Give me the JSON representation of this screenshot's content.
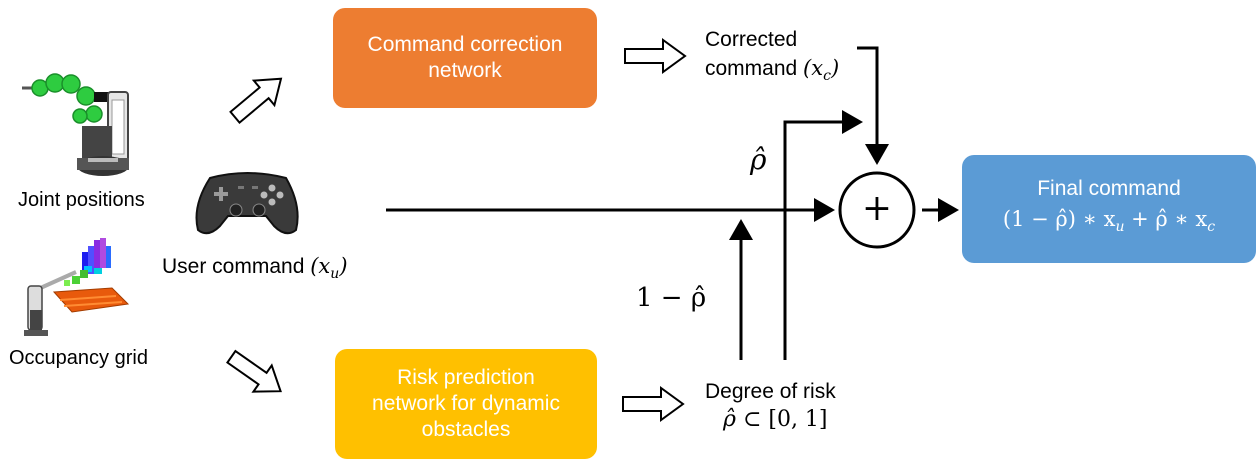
{
  "colors": {
    "correction_box": "#ED7D31",
    "risk_box": "#FFC000",
    "final_box": "#5B9BD5",
    "robot_green": "#2ECC40",
    "line": "#000000"
  },
  "icons": [
    "robot-arm-icon",
    "gamepad-icon",
    "occupancy-grid-icon",
    "hollow-arrow-icon",
    "sum-junction-icon"
  ],
  "inputs": {
    "joint_positions": "Joint positions",
    "user_command": "User command",
    "user_command_math": "(x",
    "user_command_sub": "u",
    "user_command_close": ")",
    "occupancy_grid": "Occupancy grid"
  },
  "networks": {
    "correction": {
      "line1": "Command correction",
      "line2": "network"
    },
    "risk": {
      "line1": "Risk prediction",
      "line2": "network for dynamic",
      "line3": "obstacles"
    }
  },
  "outputs": {
    "corrected_line1": "Corrected",
    "corrected_line2": "command",
    "corrected_math": "(x",
    "corrected_sub": "c",
    "corrected_close": ")",
    "risk_line1": "Degree of risk",
    "risk_rho": "ρ̂",
    "risk_interval": "⊂ [0, 1]"
  },
  "weights": {
    "rho_hat": "ρ̂",
    "one_minus_rho": "1 − ρ̂"
  },
  "junction_symbol": "+",
  "final": {
    "line1": "Final command",
    "formula_a": "(1 − ρ̂) ∗ x",
    "formula_sub_u": "u",
    "formula_b": " +  ρ̂ ∗ x",
    "formula_sub_c": "c"
  }
}
